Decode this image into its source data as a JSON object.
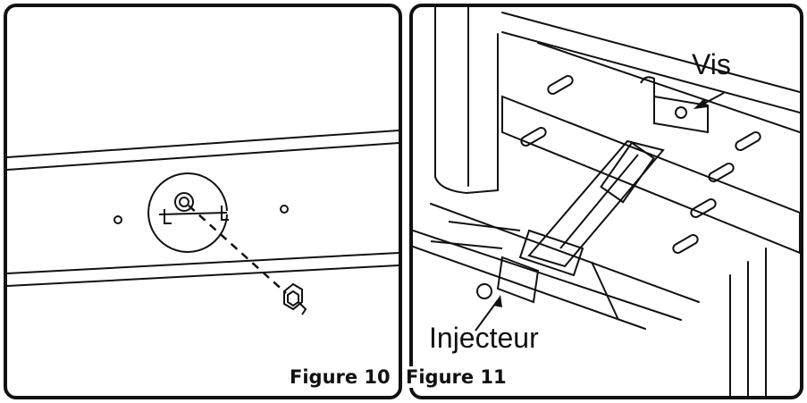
{
  "labels": {
    "screw": "Vis",
    "injector": "Injecteur"
  },
  "captions": {
    "figure_10": "Figure 10",
    "figure_11": "Figure 11"
  },
  "colors": {
    "line": "#111111",
    "background": "#ffffff"
  }
}
